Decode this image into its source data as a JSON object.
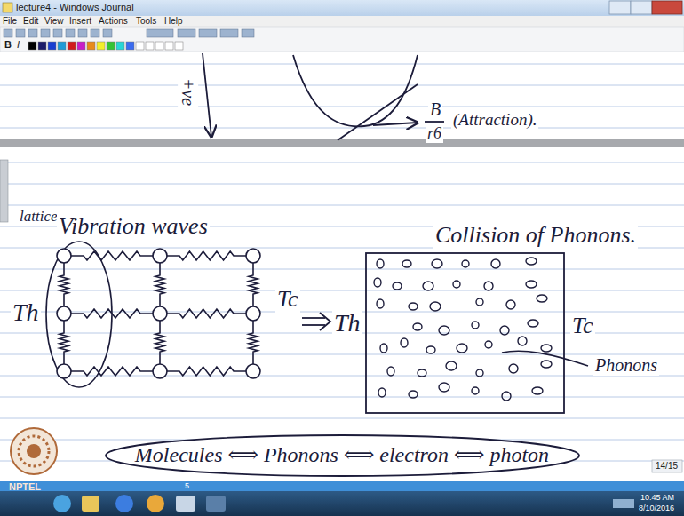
{
  "diagram": {
    "nodes": [
      {
        "text": [
          "Molecules ⟺ Phonons ⟺ electron ⟺ photon"
        ]
      }
    ],
    "labels": [
      "lecture4 - Windows Journal",
      "File",
      "Edit",
      "View",
      "Insert",
      "Actions",
      "Tools",
      "Help",
      "B",
      "I",
      "+ve",
      "B",
      "r6",
      "(Attraction).",
      "lattice",
      "Vibration waves",
      "Th",
      "Tc",
      "Collision of Phonons.",
      "Th",
      "Tc",
      "Phonons",
      "14/15",
      "5",
      "NPTEL",
      "10:45 AM",
      "8/10/2016"
    ]
  }
}
